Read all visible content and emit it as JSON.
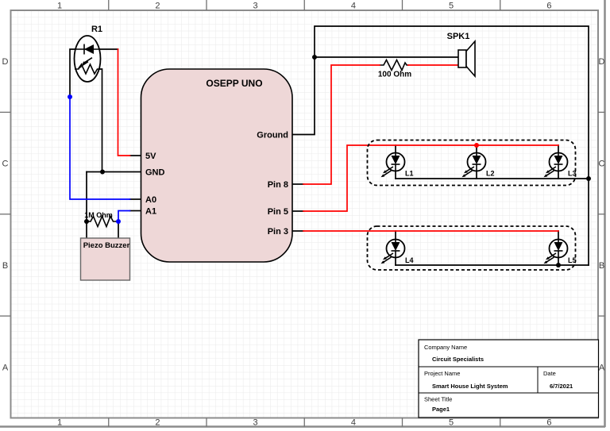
{
  "border": {
    "cols": [
      "1",
      "2",
      "3",
      "4",
      "5",
      "6"
    ],
    "rows": [
      "D",
      "C",
      "B",
      "A"
    ]
  },
  "schematic": {
    "photoresistor_ref": "R1",
    "speaker_ref": "SPK1",
    "speaker_resistor_value": "100 Ohm",
    "buzzer_resistor_value": "1M Ohm",
    "buzzer_label": "Piezo Buzzer",
    "uno": {
      "title": "OSEPP UNO",
      "pins_left": [
        "5V",
        "GND",
        "A0",
        "A1"
      ],
      "pins_right": [
        "Ground",
        "Pin 8",
        "Pin 5",
        "Pin 3"
      ]
    },
    "leds": [
      "L1",
      "L2",
      "L3",
      "L4",
      "L5"
    ]
  },
  "title_block": {
    "company_label": "Company Name",
    "company": "Circuit Specialists",
    "project_label": "Project Name",
    "project": "Smart House Light System",
    "date_label": "Date",
    "date": "6/7/2021",
    "sheet_label": "Sheet Title",
    "sheet": "Page1"
  },
  "colors": {
    "wire_red": "#ff0000",
    "wire_blue": "#0000ff",
    "wire_black": "#000000",
    "component_fill": "#eed7d7",
    "frame_gray": "#8c8c8c",
    "grid_line": "#e9e9e9"
  }
}
